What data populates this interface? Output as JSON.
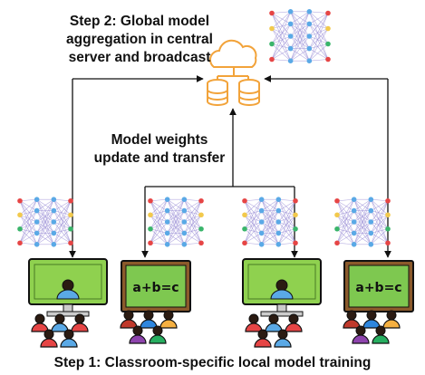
{
  "step2_label": [
    "Step 2: Global model",
    "aggregation in central",
    "server and broadcast"
  ],
  "weights_label": [
    "Model weights",
    "update and transfer"
  ],
  "step1_label": "Step 1: Classroom-specific local model training",
  "board_equation": "a+b=c",
  "colors": {
    "arrow": "#111111",
    "server": "#f2a33a",
    "board_green": "#7ec850",
    "board_frame": "#8b5a2b",
    "screen_green": "#8fd14f",
    "node_blue": "#5aa9e6",
    "node_red": "#e64545",
    "node_yellow": "#f2c94c",
    "node_green": "#3ab56b",
    "edge_purple": "#9b8fd6"
  },
  "icons": [
    "neural-network-icon",
    "cloud-server-icon",
    "database-icon",
    "classroom-monitor-icon",
    "classroom-chalkboard-icon"
  ]
}
